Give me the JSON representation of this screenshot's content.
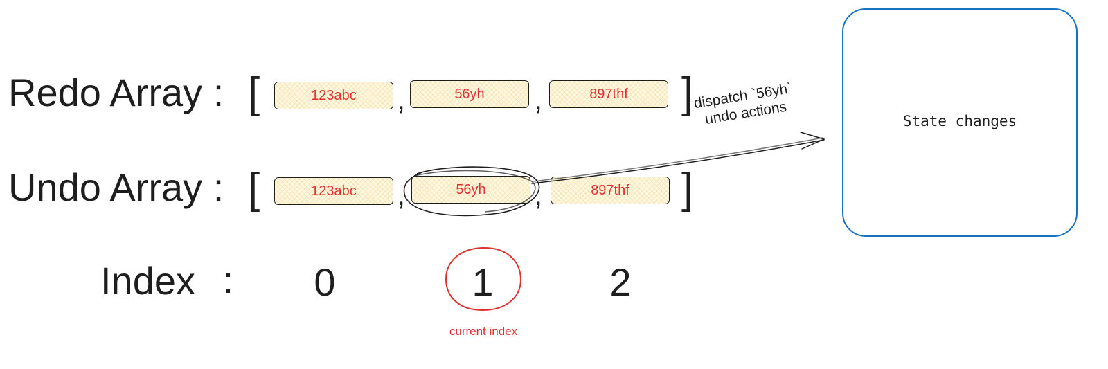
{
  "redo_row": {
    "label": "Redo Array :",
    "open_bracket": "[",
    "close_bracket": "]",
    "separator": ",",
    "items": [
      "123abc",
      "56yh",
      "897thf"
    ]
  },
  "undo_row": {
    "label": "Undo Array :",
    "open_bracket": "[",
    "close_bracket": "]",
    "separator": ",",
    "items": [
      "123abc",
      "56yh",
      "897thf"
    ]
  },
  "index_row": {
    "label": "Index",
    "colon": ":",
    "values": [
      "0",
      "1",
      "2"
    ]
  },
  "current_index_note": "current index",
  "highlighted_index": 1,
  "dispatch_note": "dispatch `56yh` undo actions",
  "state_box": {
    "label": "State changes"
  },
  "colors": {
    "ink": "#1e1e1e",
    "highlight": "#e03131",
    "cell_fill": "#fff8e1",
    "state_border": "#1971c2"
  }
}
